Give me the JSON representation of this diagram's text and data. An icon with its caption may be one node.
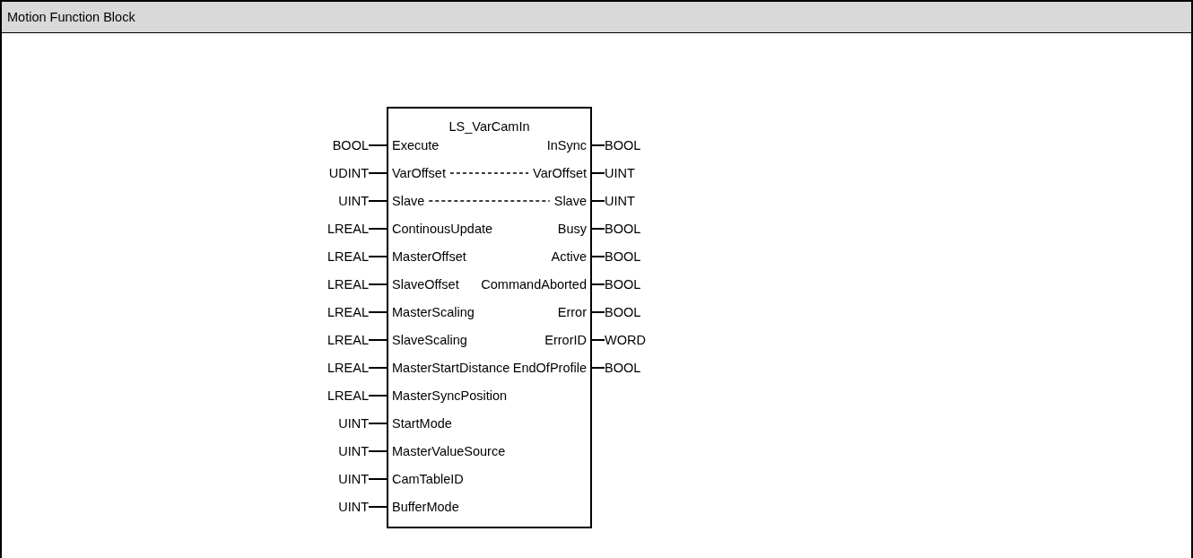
{
  "diagram": {
    "nodes": [
      {
        "text": [
          "Motion Function Block"
        ]
      },
      {
        "text": [
          "LS_VarCamIn"
        ],
        "in": 0
      },
      {
        "text": [
          "BOOL"
        ],
        "in": 0
      },
      {
        "text": [
          "Execute"
        ],
        "in": 1
      },
      {
        "text": [
          "InSync"
        ],
        "in": 1
      },
      {
        "text": [
          "BOOL"
        ],
        "in": 0
      },
      {
        "text": [
          "UDINT"
        ],
        "in": 0
      },
      {
        "text": [
          "VarOffset"
        ],
        "in": 1
      },
      {
        "text": [
          "VarOffset"
        ],
        "in": 1
      },
      {
        "text": [
          "UINT"
        ],
        "in": 0
      },
      {
        "text": [
          "UINT"
        ],
        "in": 0
      },
      {
        "text": [
          "Slave"
        ],
        "in": 1
      },
      {
        "text": [
          "Slave"
        ],
        "in": 1
      },
      {
        "text": [
          "UINT"
        ],
        "in": 0
      },
      {
        "text": [
          "LREAL"
        ],
        "in": 0
      },
      {
        "text": [
          "ContinousUpdate"
        ],
        "in": 1
      },
      {
        "text": [
          "Busy"
        ],
        "in": 1
      },
      {
        "text": [
          "BOOL"
        ],
        "in": 0
      },
      {
        "text": [
          "LREAL"
        ],
        "in": 0
      },
      {
        "text": [
          "MasterOffset"
        ],
        "in": 1
      },
      {
        "text": [
          "Active"
        ],
        "in": 1
      },
      {
        "text": [
          "BOOL"
        ],
        "in": 0
      },
      {
        "text": [
          "LREAL"
        ],
        "in": 0
      },
      {
        "text": [
          "SlaveOffset"
        ],
        "in": 1
      },
      {
        "text": [
          "CommandAborted"
        ],
        "in": 1
      },
      {
        "text": [
          "BOOL"
        ],
        "in": 0
      },
      {
        "text": [
          "LREAL"
        ],
        "in": 0
      },
      {
        "text": [
          "MasterScaling"
        ],
        "in": 1
      },
      {
        "text": [
          "Error"
        ],
        "in": 1
      },
      {
        "text": [
          "BOOL"
        ],
        "in": 0
      },
      {
        "text": [
          "LREAL"
        ],
        "in": 0
      },
      {
        "text": [
          "SlaveScaling"
        ],
        "in": 1
      },
      {
        "text": [
          "ErrorID"
        ],
        "in": 1
      },
      {
        "text": [
          "WORD"
        ],
        "in": 0
      },
      {
        "text": [
          "LREAL"
        ],
        "in": 0
      },
      {
        "text": [
          "MasterStartDistance"
        ],
        "in": 1
      },
      {
        "text": [
          "EndOfProfile"
        ],
        "in": 1
      },
      {
        "text": [
          "BOOL"
        ],
        "in": 0
      },
      {
        "text": [
          "LREAL"
        ],
        "in": 0
      },
      {
        "text": [
          "MasterSyncPosition"
        ],
        "in": 1
      },
      {
        "text": [
          "UINT"
        ],
        "in": 0
      },
      {
        "text": [
          "StartMode"
        ],
        "in": 1
      },
      {
        "text": [
          "UINT"
        ],
        "in": 0
      },
      {
        "text": [
          "MasterValueSource"
        ],
        "in": 1
      },
      {
        "text": [
          "UINT"
        ],
        "in": 0
      },
      {
        "text": [
          "CamTableID"
        ],
        "in": 1
      },
      {
        "text": [
          "UINT"
        ],
        "in": 0
      },
      {
        "text": [
          "BufferMode"
        ],
        "in": 1
      }
    ],
    "edges": [
      {
        "from": 2,
        "to": 3,
        "arrow": "none"
      },
      {
        "from": 4,
        "to": 5,
        "arrow": "none"
      },
      {
        "from": 6,
        "to": 7,
        "arrow": "none"
      },
      {
        "from": 8,
        "to": 9,
        "arrow": "none"
      },
      {
        "from": 10,
        "to": 11,
        "arrow": "none"
      },
      {
        "from": 12,
        "to": 13,
        "arrow": "none"
      },
      {
        "from": 14,
        "to": 15,
        "arrow": "none"
      },
      {
        "from": 16,
        "to": 17,
        "arrow": "none"
      },
      {
        "from": 18,
        "to": 19,
        "arrow": "none"
      },
      {
        "from": 20,
        "to": 21,
        "arrow": "none"
      },
      {
        "from": 22,
        "to": 23,
        "arrow": "none"
      },
      {
        "from": 24,
        "to": 25,
        "arrow": "none"
      },
      {
        "from": 26,
        "to": 27,
        "arrow": "none"
      },
      {
        "from": 28,
        "to": 29,
        "arrow": "none"
      },
      {
        "from": 30,
        "to": 31,
        "arrow": "none"
      },
      {
        "from": 32,
        "to": 33,
        "arrow": "none"
      },
      {
        "from": 34,
        "to": 35,
        "arrow": "none"
      },
      {
        "from": 36,
        "to": 37,
        "arrow": "none"
      },
      {
        "from": 38,
        "to": 39,
        "arrow": "none"
      },
      {
        "from": 40,
        "to": 41,
        "arrow": "none"
      },
      {
        "from": 42,
        "to": 43,
        "arrow": "none"
      },
      {
        "from": 44,
        "to": 45,
        "arrow": "none"
      },
      {
        "from": 46,
        "to": 47,
        "arrow": "none"
      },
      {
        "from": 7,
        "to": 8,
        "arrow": "none",
        "style": "dashed"
      },
      {
        "from": 11,
        "to": 12,
        "arrow": "none",
        "style": "dashed"
      }
    ]
  }
}
